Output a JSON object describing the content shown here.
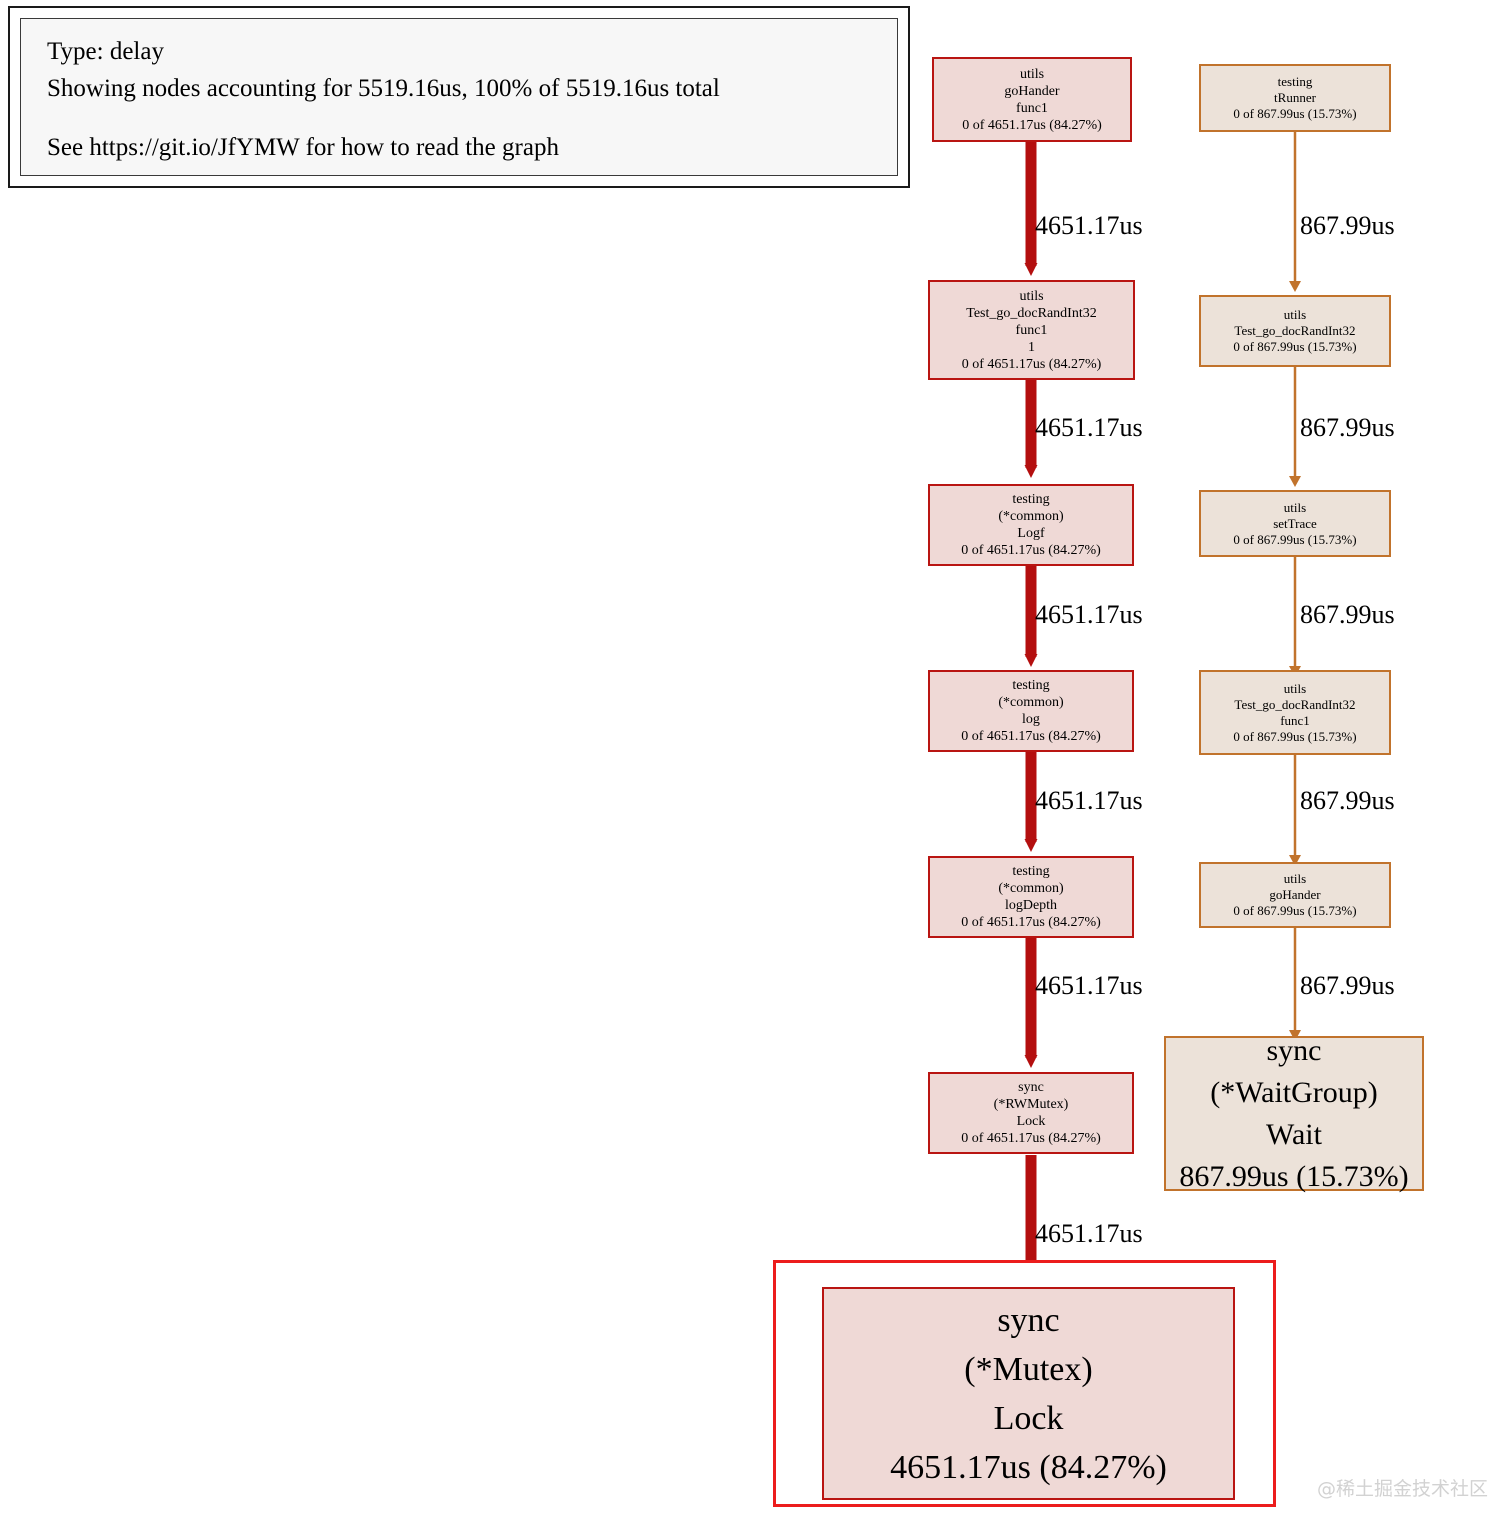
{
  "legend": {
    "type_line": "Type: delay",
    "showing_line": "Showing nodes accounting for 5519.16us, 100% of 5519.16us total",
    "help_line": "See https://git.io/JfYMW for how to read the graph"
  },
  "colors": {
    "hot_border": "#b91512",
    "hot_fill": "#efd9d6",
    "hot_edge": "#b40f0f",
    "warm_border": "#c1732c",
    "warm_fill": "#ece2d9",
    "warm_edge": "#c1732c",
    "focus_border": "#ec1c1c"
  },
  "graph": {
    "left_chain": [
      {
        "id": "utils-goHander-func1",
        "lines": [
          "utils",
          "goHander",
          "func1",
          "0 of 4651.17us (84.27%)"
        ]
      },
      {
        "id": "utils-Test_go_docRandInt32-func1-1",
        "lines": [
          "utils",
          "Test_go_docRandInt32",
          "func1",
          "1",
          "0 of 4651.17us (84.27%)"
        ]
      },
      {
        "id": "testing-common-Logf",
        "lines": [
          "testing",
          "(*common)",
          "Logf",
          "0 of 4651.17us (84.27%)"
        ]
      },
      {
        "id": "testing-common-log",
        "lines": [
          "testing",
          "(*common)",
          "log",
          "0 of 4651.17us (84.27%)"
        ]
      },
      {
        "id": "testing-common-logDepth",
        "lines": [
          "testing",
          "(*common)",
          "logDepth",
          "0 of 4651.17us (84.27%)"
        ]
      },
      {
        "id": "sync-RWMutex-Lock",
        "lines": [
          "sync",
          "(*RWMutex)",
          "Lock",
          "0 of 4651.17us (84.27%)"
        ]
      }
    ],
    "left_leaf": {
      "id": "sync-Mutex-Lock",
      "lines": [
        "sync",
        "(*Mutex)",
        "Lock",
        "4651.17us (84.27%)"
      ]
    },
    "left_edge_labels": [
      "4651.17us",
      "4651.17us",
      "4651.17us",
      "4651.17us",
      "4651.17us",
      "4651.17us"
    ],
    "right_chain": [
      {
        "id": "testing-tRunner",
        "lines": [
          "testing",
          "tRunner",
          "0 of 867.99us (15.73%)"
        ]
      },
      {
        "id": "utils-Test_go_docRandInt32",
        "lines": [
          "utils",
          "Test_go_docRandInt32",
          "0 of 867.99us (15.73%)"
        ]
      },
      {
        "id": "utils-setTrace",
        "lines": [
          "utils",
          "setTrace",
          "0 of 867.99us (15.73%)"
        ]
      },
      {
        "id": "utils-Test_go_docRandInt32-func1",
        "lines": [
          "utils",
          "Test_go_docRandInt32",
          "func1",
          "0 of 867.99us (15.73%)"
        ]
      },
      {
        "id": "utils-goHander",
        "lines": [
          "utils",
          "goHander",
          "0 of 867.99us (15.73%)"
        ]
      }
    ],
    "right_leaf": {
      "id": "sync-WaitGroup-Wait",
      "lines": [
        "sync",
        "(*WaitGroup)",
        "Wait",
        "867.99us (15.73%)"
      ]
    },
    "right_edge_labels": [
      "867.99us",
      "867.99us",
      "867.99us",
      "867.99us",
      "867.99us"
    ]
  },
  "watermark": "@稀土掘金技术社区"
}
